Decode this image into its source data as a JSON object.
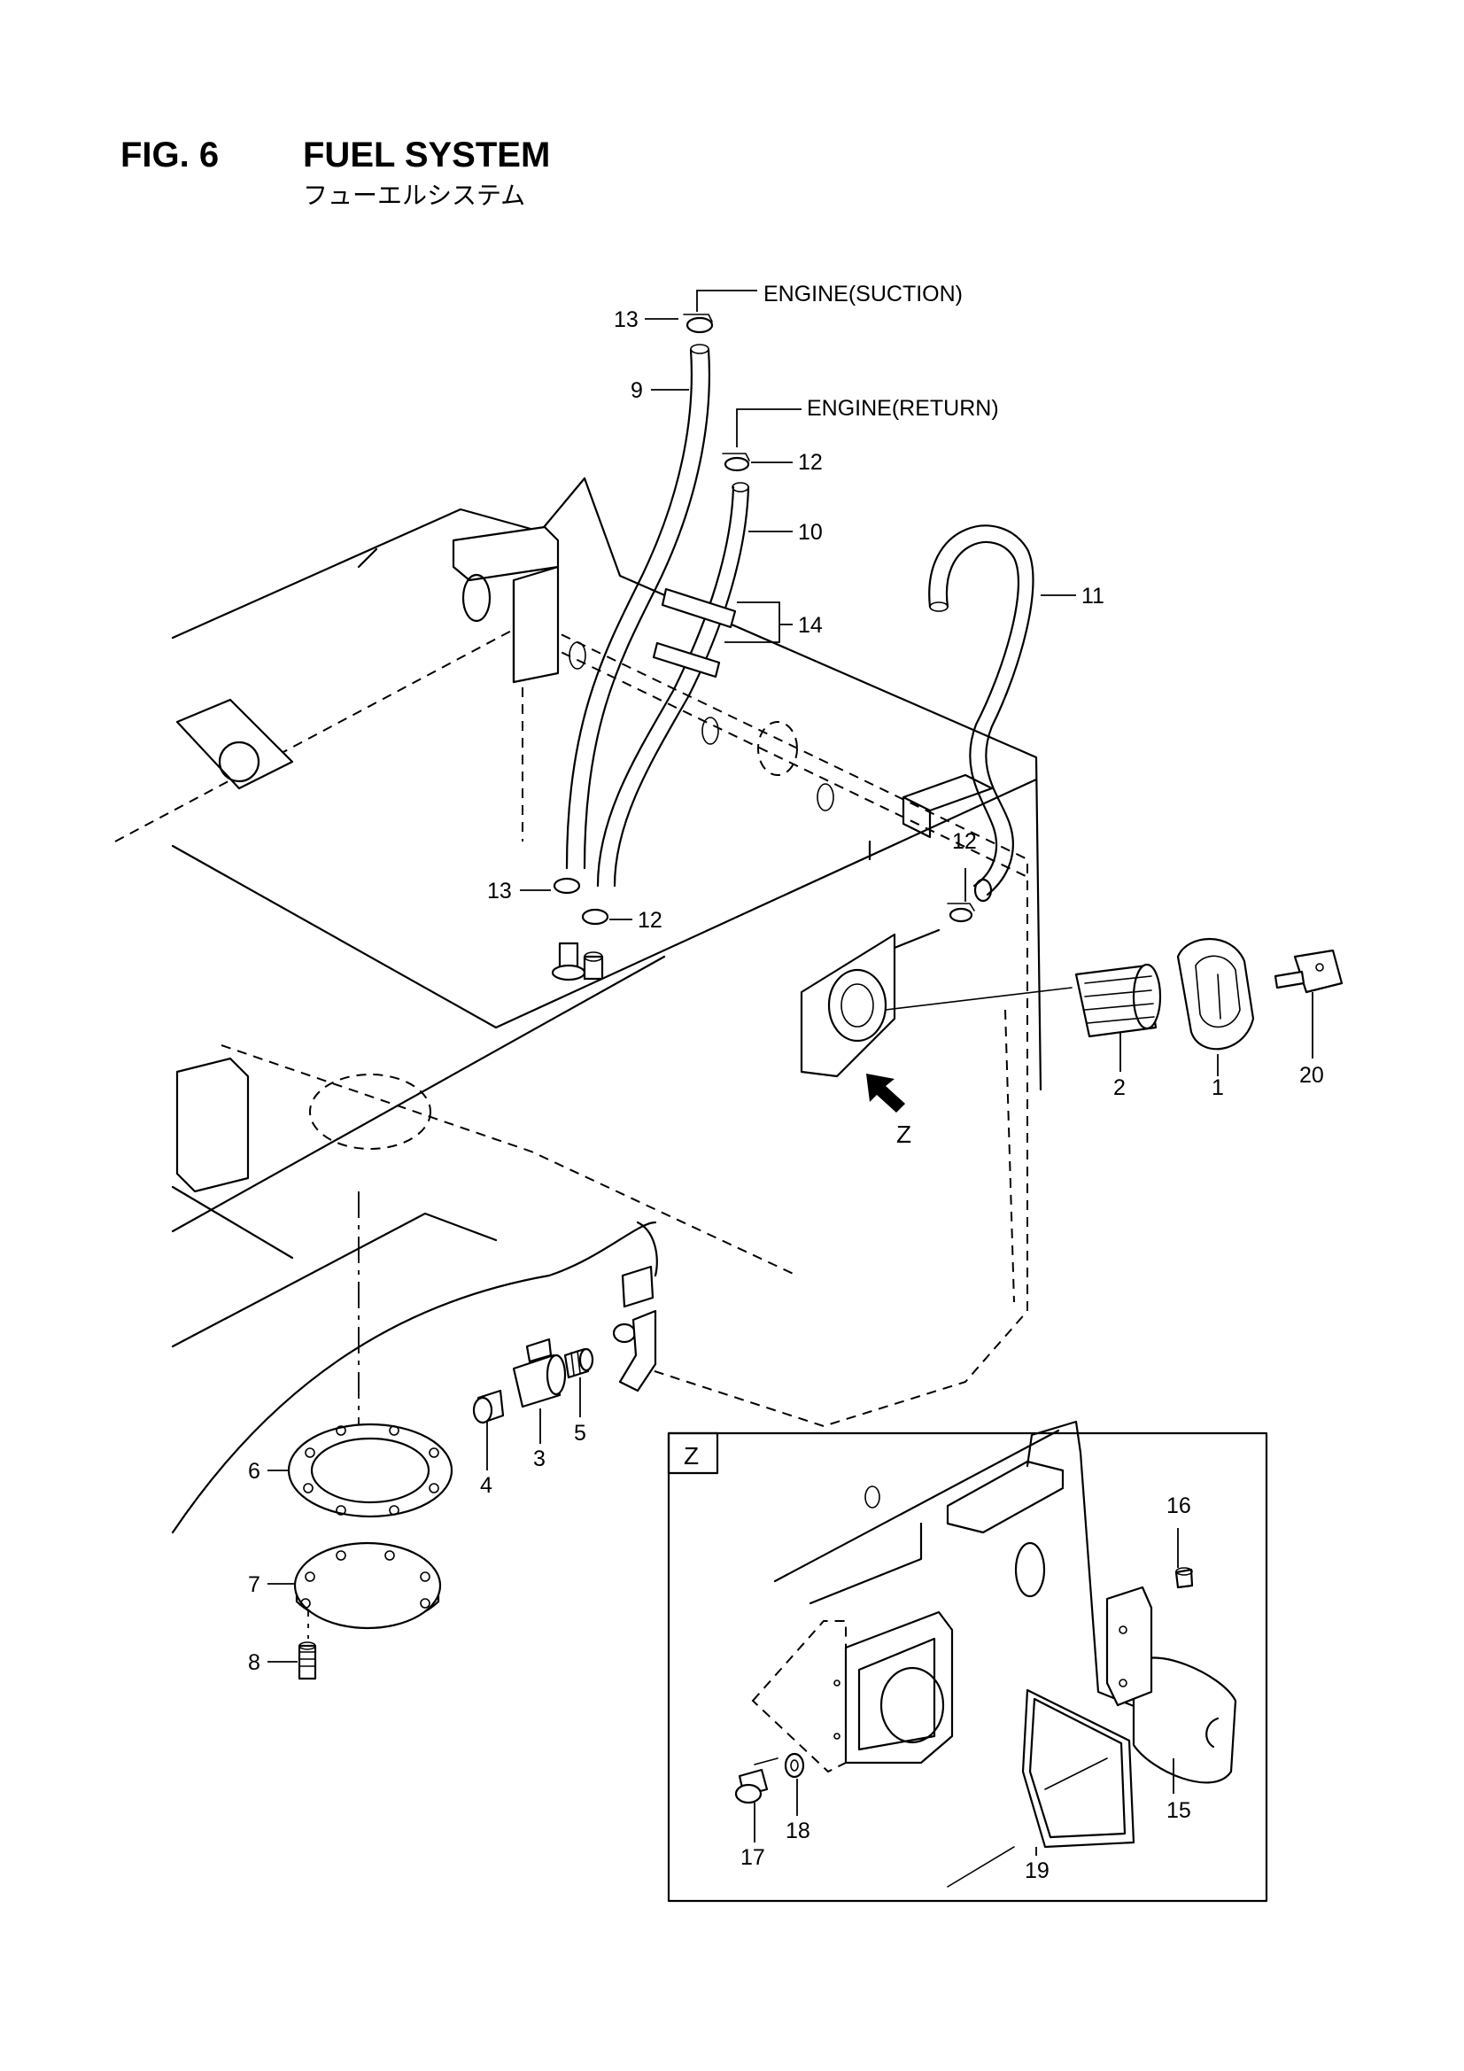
{
  "header": {
    "fig_number": "FIG. 6",
    "title": "FUEL SYSTEM",
    "subtitle": "フューエルシステム"
  },
  "connections": {
    "suction": "ENGINE(SUCTION)",
    "return": "ENGINE(RETURN)"
  },
  "callouts": {
    "c1": "1",
    "c2": "2",
    "c3": "3",
    "c4": "4",
    "c5": "5",
    "c6": "6",
    "c7": "7",
    "c8": "8",
    "c9": "9",
    "c10": "10",
    "c11": "11",
    "c12a": "12",
    "c12b": "12",
    "c12c": "12",
    "c13a": "13",
    "c13b": "13",
    "c14": "14",
    "c15": "15",
    "c16": "16",
    "c17": "17",
    "c18": "18",
    "c19": "19",
    "c20": "20"
  },
  "view": {
    "arrow_label": "Z",
    "inset_label": "Z"
  }
}
